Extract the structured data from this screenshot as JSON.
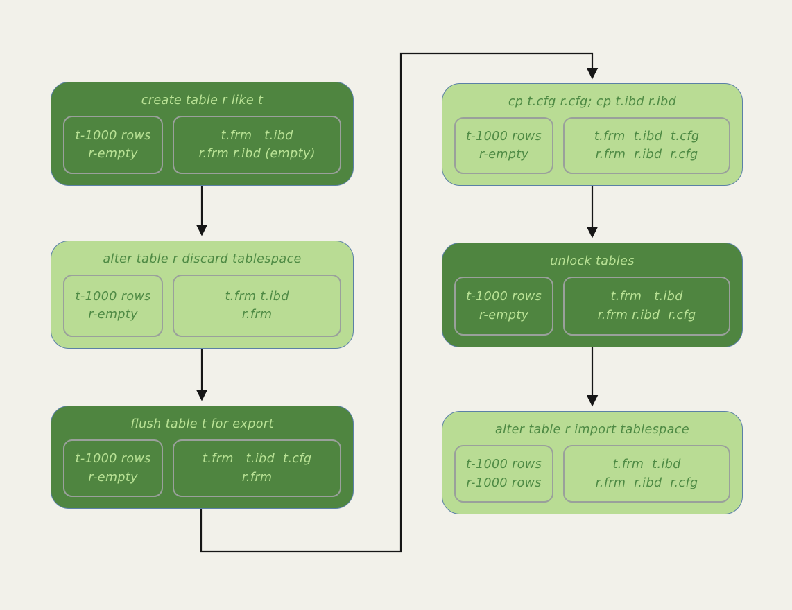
{
  "colors": {
    "background": "#f2f1ea",
    "dark_node_fill": "#4f8540",
    "light_node_fill": "#b9dc94",
    "node_border": "#5b80a6",
    "inner_box_border": "#9aa09b",
    "text_on_dark": "#b9e295",
    "text_on_light": "#4e8a44",
    "arrow": "#161616"
  },
  "diagram": {
    "nodes": [
      {
        "id": "create-table",
        "variant": "dark",
        "title": "create table r like t",
        "rows": [
          "t-1000 rows",
          "r-empty"
        ],
        "files": [
          "t.frm   t.ibd",
          "r.frm r.ibd (empty)"
        ]
      },
      {
        "id": "discard-tablespace",
        "variant": "light",
        "title": "alter table r discard tablespace",
        "rows": [
          "t-1000 rows",
          "r-empty"
        ],
        "files": [
          "t.frm t.ibd",
          "r.frm"
        ]
      },
      {
        "id": "flush-table",
        "variant": "dark",
        "title": "flush table t for export",
        "rows": [
          "t-1000 rows",
          "r-empty"
        ],
        "files": [
          "t.frm   t.ibd  t.cfg",
          "r.frm"
        ]
      },
      {
        "id": "copy-files",
        "variant": "light",
        "title": "cp t.cfg r.cfg; cp t.ibd r.ibd",
        "rows": [
          "t-1000 rows",
          "r-empty"
        ],
        "files": [
          "t.frm  t.ibd  t.cfg",
          "r.frm  r.ibd  r.cfg"
        ]
      },
      {
        "id": "unlock-tables",
        "variant": "dark",
        "title": "unlock tables",
        "rows": [
          "t-1000 rows",
          "r-empty"
        ],
        "files": [
          "t.frm   t.ibd",
          "r.frm r.ibd  r.cfg"
        ]
      },
      {
        "id": "import-tablespace",
        "variant": "light",
        "title": "alter table r import tablespace",
        "rows": [
          "t-1000 rows",
          "r-1000 rows"
        ],
        "files": [
          "t.frm  t.ibd",
          "r.frm  r.ibd  r.cfg"
        ]
      }
    ]
  }
}
